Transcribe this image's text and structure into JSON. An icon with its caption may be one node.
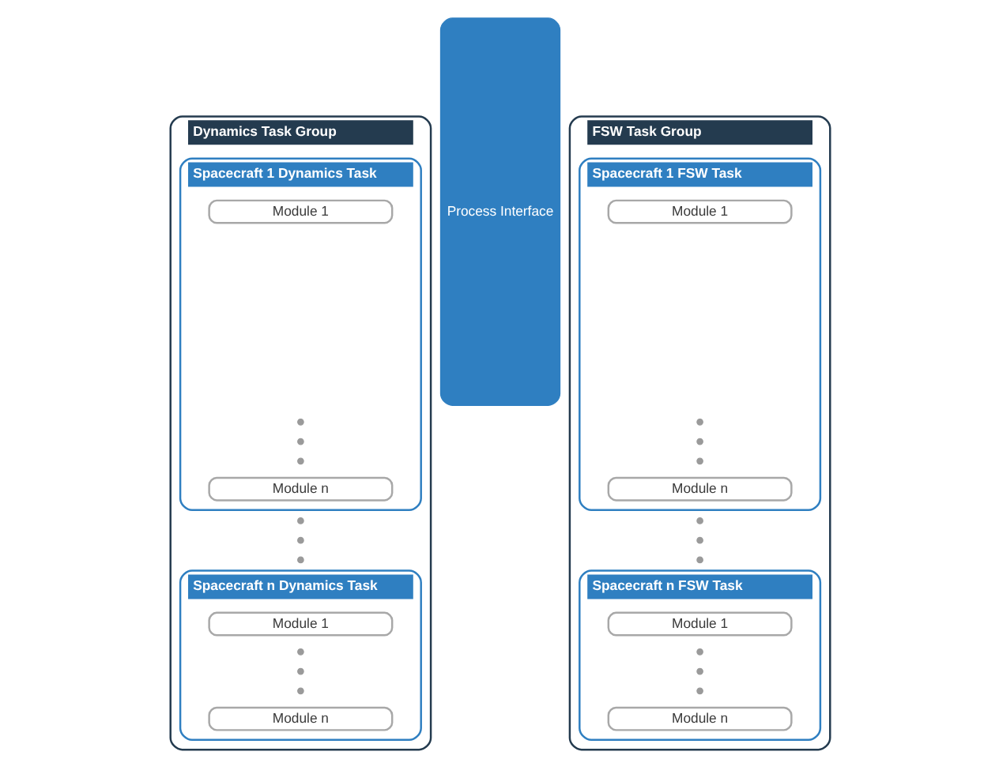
{
  "diagram": {
    "nodes": [
      {
        "text": [
          "Dynamics Task Group"
        ]
      },
      {
        "text": [
          "Spacecraft 1 Dynamics Task"
        ],
        "in": 0
      },
      {
        "text": [
          "Module 1"
        ],
        "in": 1
      },
      {
        "text": [
          "Module n"
        ],
        "in": 1
      },
      {
        "text": [
          "Spacecraft n Dynamics Task"
        ],
        "in": 0
      },
      {
        "text": [
          "Module 1"
        ],
        "in": 4
      },
      {
        "text": [
          "Module n"
        ],
        "in": 4
      },
      {
        "text": [
          "Process Interface"
        ]
      },
      {
        "text": [
          "FSW Task Group"
        ]
      },
      {
        "text": [
          "Spacecraft 1 FSW Task"
        ],
        "in": 8
      },
      {
        "text": [
          "Module 1"
        ],
        "in": 9
      },
      {
        "text": [
          "Module n"
        ],
        "in": 9
      },
      {
        "text": [
          "Spacecraft n FSW Task"
        ],
        "in": 8
      },
      {
        "text": [
          "Module 1"
        ],
        "in": 12
      },
      {
        "text": [
          "Module n"
        ],
        "in": 12
      }
    ],
    "edges": []
  }
}
